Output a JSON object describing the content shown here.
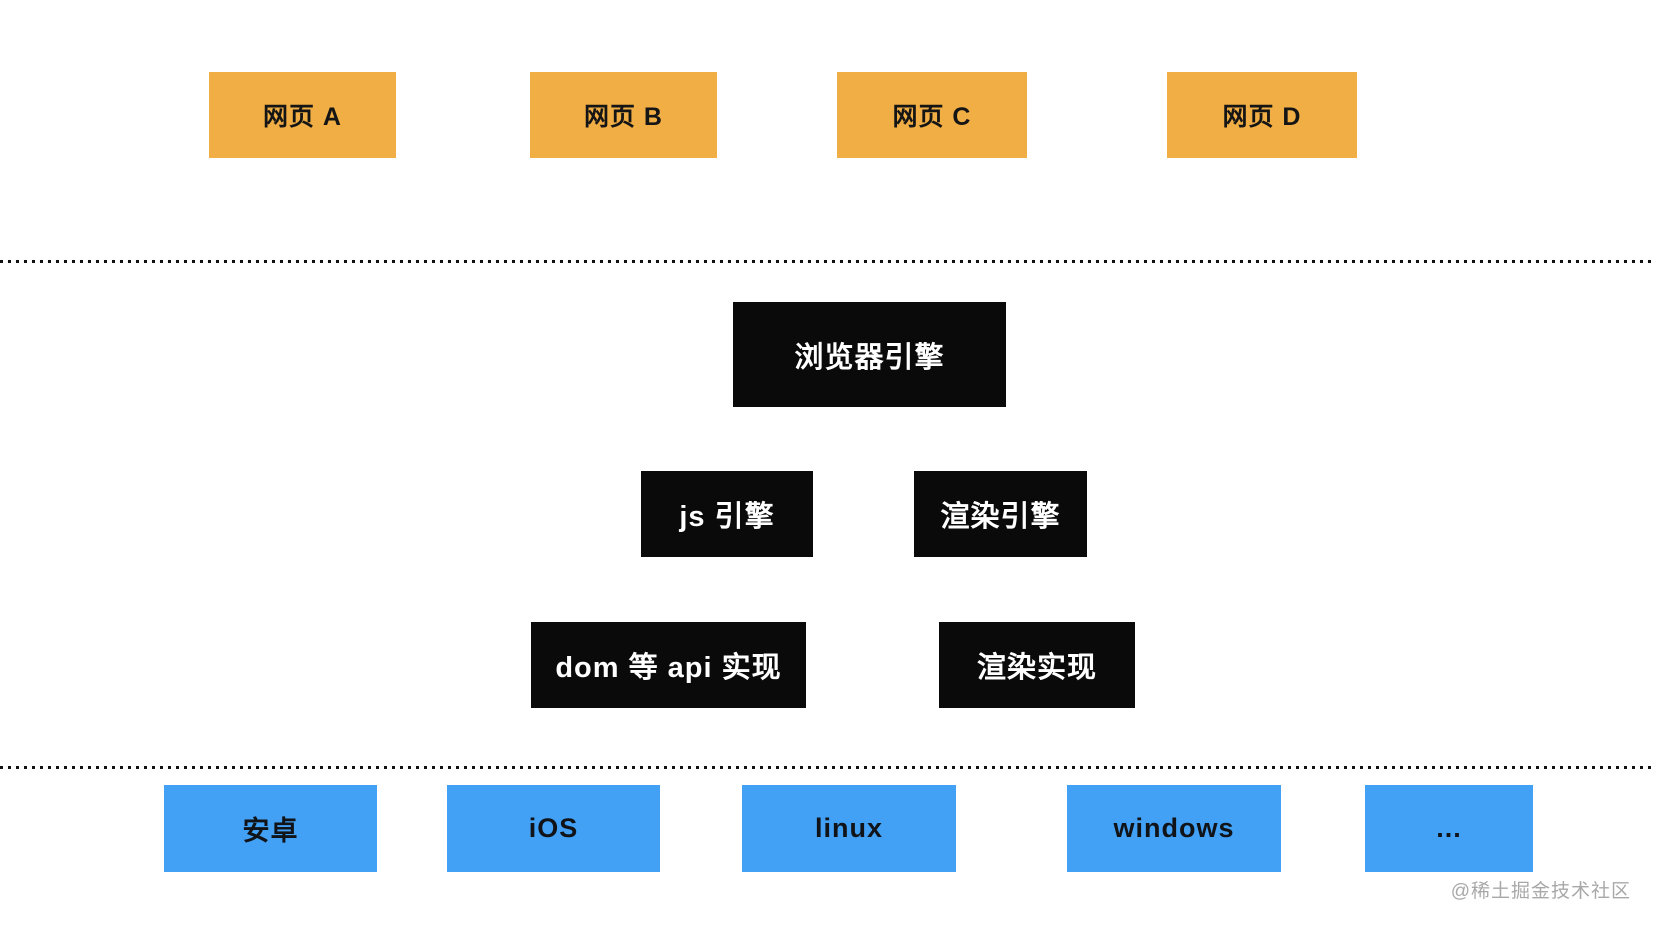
{
  "webpages": [
    {
      "label": "网页 A"
    },
    {
      "label": "网页 B"
    },
    {
      "label": "网页 C"
    },
    {
      "label": "网页 D"
    }
  ],
  "engine": {
    "browser_engine": "浏览器引擎",
    "js_engine": "js 引擎",
    "render_engine": "渲染引擎",
    "dom_api_impl": "dom 等 api 实现",
    "render_impl": "渲染实现"
  },
  "platforms": [
    {
      "label": "安卓"
    },
    {
      "label": "iOS"
    },
    {
      "label": "linux"
    },
    {
      "label": "windows"
    },
    {
      "label": "..."
    }
  ],
  "watermark": "@稀土掘金技术社区",
  "colors": {
    "webpage_box": "#F0AE45",
    "engine_box": "#0A0A0A",
    "engine_text": "#FFFFFF",
    "platform_box": "#42A1F5",
    "separator_dot": "#111111",
    "watermark_text": "#A8A8A8",
    "background": "#FFFFFF"
  }
}
